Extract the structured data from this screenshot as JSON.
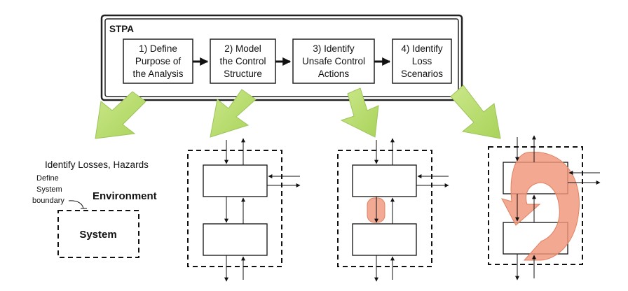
{
  "stpa": {
    "title": "STPA",
    "steps": [
      {
        "lines": [
          "1) Define",
          "Purpose of",
          "the Analysis"
        ]
      },
      {
        "lines": [
          "2) Model",
          "the Control",
          "Structure"
        ]
      },
      {
        "lines": [
          "3) Identify",
          "Unsafe Control",
          "Actions"
        ]
      },
      {
        "lines": [
          "4) Identify",
          "Loss",
          "Scenarios"
        ]
      }
    ]
  },
  "panel1": {
    "heading": "Identify Losses, Hazards",
    "boundary_note": [
      "Define",
      "System",
      "boundary"
    ],
    "environment": "Environment",
    "system": "System"
  },
  "colors": {
    "arrow_fill": "#b7dd6a",
    "arrow_stroke": "#a0c85a",
    "highlight": "#f0957a",
    "border": "#222222"
  }
}
